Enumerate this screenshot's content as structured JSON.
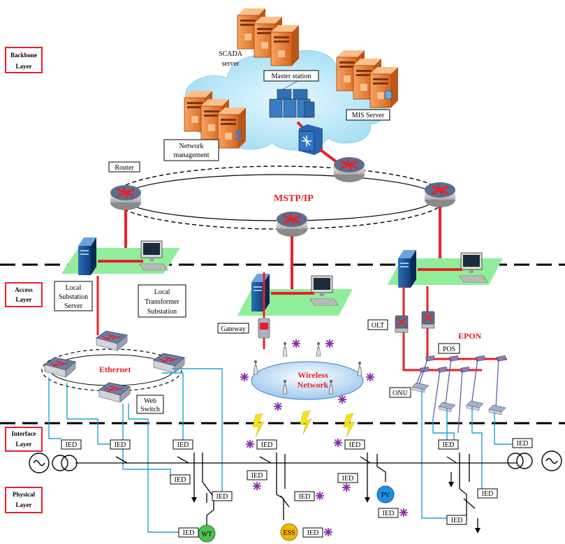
{
  "layers": {
    "backbone": [
      "Backbone",
      "Layer"
    ],
    "access": [
      "Access",
      "Layer"
    ],
    "interface": [
      "Interface",
      "Layer"
    ],
    "physical": [
      "Physical",
      "Layer"
    ]
  },
  "labels": {
    "scada": [
      "SCADA",
      "server"
    ],
    "master_station": "Master station",
    "mis_server": "MIS Server",
    "network_management": [
      "Network",
      "management"
    ],
    "router": "Router",
    "mstp": "MSTP/IP",
    "local_substation_server": [
      "Local",
      "Substation",
      "Server"
    ],
    "local_transformer": [
      "Local",
      "Transformer",
      "Substation"
    ],
    "gateway": "Gateway",
    "olt": "OLT",
    "epon": "EPON",
    "pos": "POS",
    "onu": "ONU",
    "ethernet": "Ethernet",
    "web_switch": [
      "Web",
      "Switch"
    ],
    "wireless": [
      "Wireless",
      "Network"
    ],
    "ied": "IED",
    "wt": "WT",
    "ess": "ESS",
    "pv": "PV"
  },
  "colors": {
    "red_link": "#e8202a",
    "blue_link": "#1ea3d6",
    "server_orange": "#f08a3c",
    "cloud": "#bfe9f7",
    "green_platform": "#90ee9a",
    "wt": "#4fc14f",
    "ess": "#f4b400",
    "pv": "#1e90e0",
    "sparkle": "#8b2ca8",
    "lightning": "#f5e21a"
  }
}
